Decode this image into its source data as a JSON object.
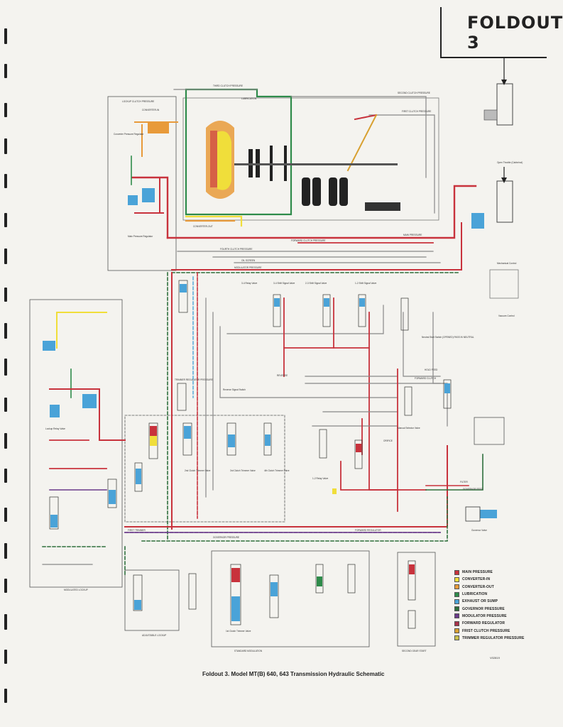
{
  "header": {
    "title": "FOLDOUT 3"
  },
  "caption": "Foldout 3. Model MT(B) 640, 643 Transmission Hydraulic Schematic",
  "doc_code": "V02819",
  "labels": {
    "third_clutch_pressure": "THIRD CLUTCH PRESSURE",
    "second_clutch_pressure": "SECOND CLUTCH PRESSURE",
    "first_clutch_pressure": "FIRST CLUTCH PRESSURE",
    "lockup_clutch_pressure": "LOCKUP CLUTCH PRESSURE",
    "lubrication": "LUBRICATION",
    "converter_in": "CONVERTER-IN",
    "converter_out": "CONVERTER-OUT",
    "main_pressure": "MAIN PRESSURE",
    "fourth_clutch_pressure": "FOURTH CLUTCH PRESSURE",
    "forward_clutch_pressure": "FORWARD CLUTCH PRESSURE",
    "modulator_pressure": "MODULATOR PRESSURE",
    "oil_screen": "OIL SCREEN",
    "governor_pressure": "GOVERNOR PRESSURE",
    "reverse": "REVERSE",
    "first_trimmer": "FIRST TRIMMER",
    "forward_regulator": "FORWARD REGULATOR",
    "modulated_lockup": "MODULATED LOCKUP",
    "adjustable_lockup": "ADJUSTABLE LOCKUP",
    "standard modulation": "STANDARD MODULATION",
    "second_gear_start": "SECOND GEAR START",
    "governor_feed": "GOVERNOR FEED",
    "filter": "FILTER",
    "orifice": "ORIFICE",
    "open_throttle": "Open Throttle (Cable/rod)",
    "vacuum_control": "Vacuum Control",
    "mechanical_control": "Mechanical Control",
    "governor_valve": "Governor Valve",
    "trimmer_valve_1st": "1st Clutch Trimmer Valve",
    "trimmer_valve_2nd": "2nd Clutch Trimmer Valve",
    "trimmer_valve_3rd": "3rd Clutch Trimmer Valve",
    "trimmer_valve_4th": "4th Clutch Trimmer Valve",
    "shift_2_3": "2-3 Shift Signal Valve",
    "shift_3_4": "3-4 Shift Signal Valve",
    "shift_1_2": "1-2 Shift Signal Valve",
    "relay_3_4": "3-4 Relay Valve",
    "relay_1_2": "1-2 Relay Valve",
    "lockup_relay": "Lockup Relay Valve",
    "manual_selector": "Manual Selector Valve",
    "main_pressure_regulator": "Main Pressure Regulator",
    "converter_pressure_regulator": "Converter Pressure Regulator",
    "hold_feed": "HOLD FEED",
    "forward_clutch": "FORWARD CLUTCH",
    "neutral_start": "Neutral Start Switch (OPENED) PASS IN NEUTRAL",
    "reverse_signal": "Reverse Signal Switch",
    "trimmer_regulator_pressure": "TRIMMER REGULATOR PRESSURE"
  },
  "legend": [
    {
      "label": "MAIN PRESSURE",
      "color": "#c8323c"
    },
    {
      "label": "CONVERTER-IN",
      "color": "#f0de3a"
    },
    {
      "label": "CONVERTER-OUT",
      "color": "#e89a3a"
    },
    {
      "label": "LUBRICATION",
      "color": "#2e8b4a"
    },
    {
      "label": "EXHAUST OR SUMP",
      "color": "#4aa3d8"
    },
    {
      "label": "GOVERNOR PRESSURE",
      "color": "#2e6f3c"
    },
    {
      "label": "MODULATOR PRESSURE",
      "color": "#6a3a8a"
    },
    {
      "label": "FORWARD REGULATOR",
      "color": "#a8324a"
    },
    {
      "label": "FRIST CLUTCH PRESSURE",
      "color": "#d8a030"
    },
    {
      "label": "TRIMMER REGULATOR PRESSURE",
      "color": "#c8c04a"
    }
  ]
}
